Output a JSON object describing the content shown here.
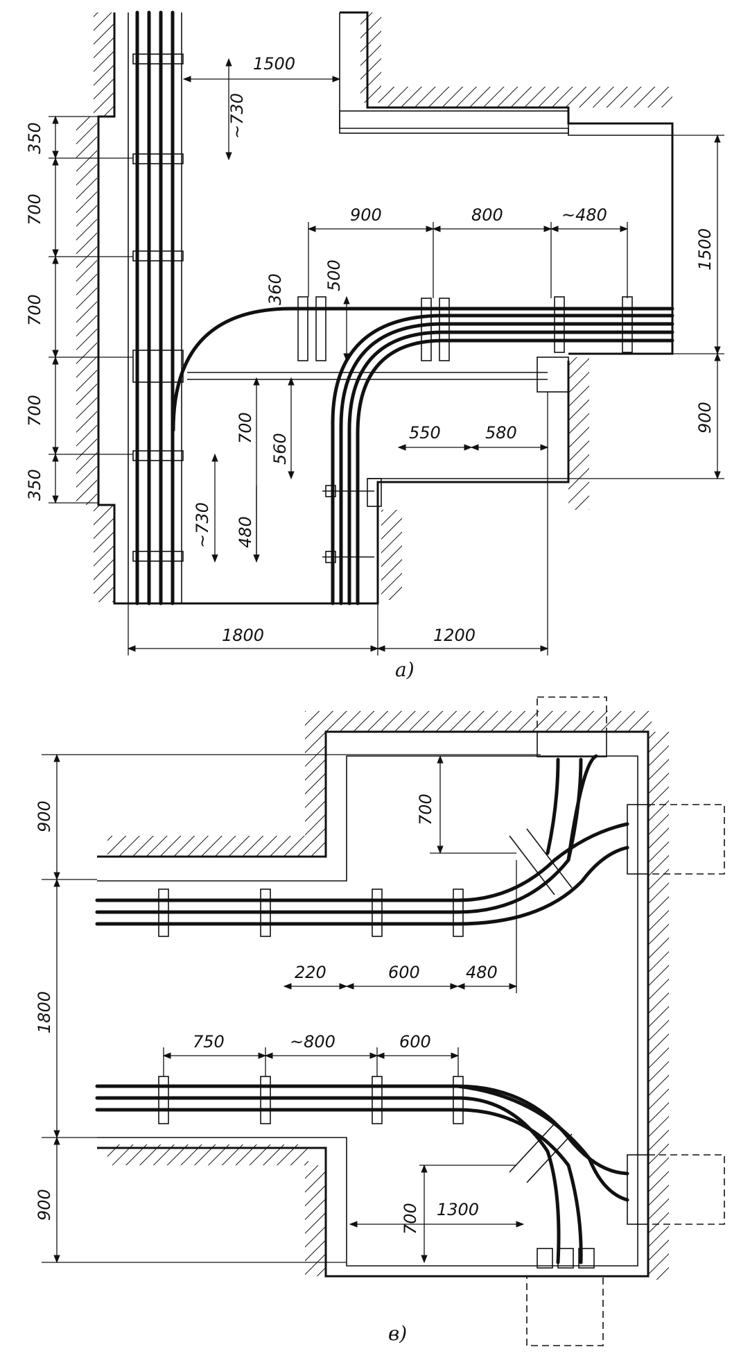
{
  "figure_a": {
    "label": "a)",
    "dims": {
      "d1500_top": "1500",
      "d730_top": "~730",
      "d350_left_top": "350",
      "d700_left_1": "700",
      "d700_left_2": "700",
      "d700_left_3": "700",
      "d350_left_bottom": "350",
      "d900_top": "900",
      "d800_top": "800",
      "d480_top": "~480",
      "d1500_right": "1500",
      "d360": "360",
      "d500": "500",
      "d700_mid": "700",
      "d560_mid": "560",
      "d550": "550",
      "d580": "580",
      "d900_right": "900",
      "d730_bottom": "~730",
      "d480_bottom": "480",
      "d1800_bottom": "1800",
      "d1200_bottom": "1200"
    }
  },
  "figure_b": {
    "label": "в)",
    "dims": {
      "d900_left_top": "900",
      "d1800_left": "1800",
      "d900_left_bottom": "900",
      "d700_top": "700",
      "d220": "220",
      "d600_upper": "600",
      "d480": "480",
      "d750": "750",
      "d800": "~800",
      "d600_lower": "600",
      "d700_bottom": "700",
      "d1300": "1300"
    }
  }
}
